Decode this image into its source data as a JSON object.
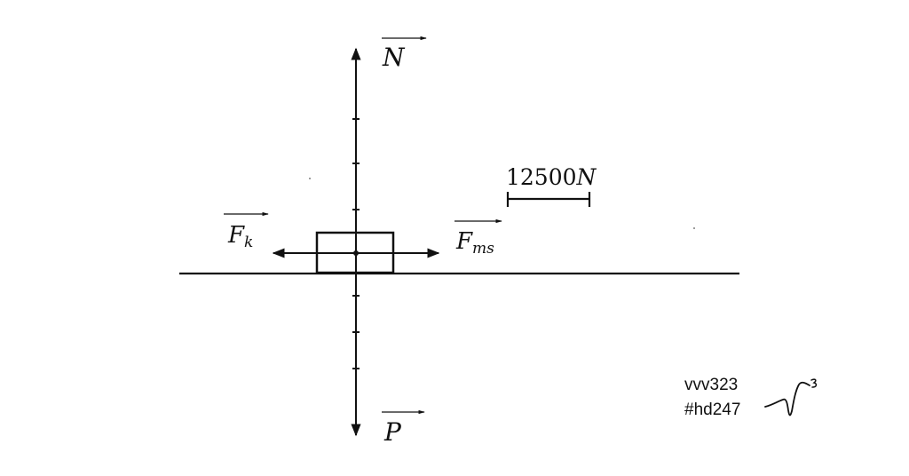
{
  "labels": {
    "normal": "N",
    "weight": "P",
    "traction": "F",
    "traction_sub": "k",
    "friction": "F",
    "friction_sub": "ms"
  },
  "scale": {
    "value": "12500",
    "unit": "N"
  },
  "watermark": {
    "line1": "vvv323",
    "line2": "#hd247"
  }
}
